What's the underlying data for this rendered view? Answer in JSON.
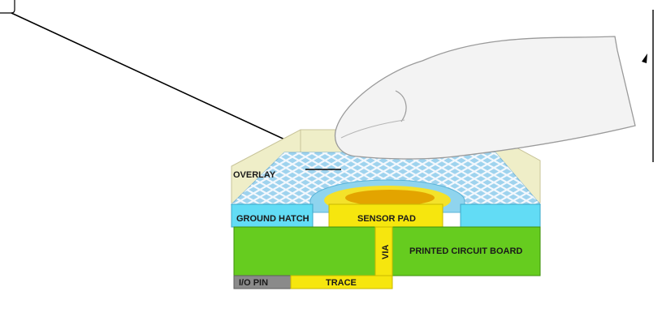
{
  "diagram": {
    "labels": {
      "overlay": "OVERLAY",
      "ground_hatch": "GROUND HATCH",
      "sensor_pad": "SENSOR PAD",
      "via": "VIA",
      "pcb": "PRINTED CIRCUIT BOARD",
      "io_pin": "I/O PIN",
      "trace": "TRACE"
    },
    "colors": {
      "overlay": "#efeec8",
      "ground_hatch": "#9fd3ee",
      "hatch_lines": "#f2f8fd",
      "ground_side": "#62dcf5",
      "sensor_pad": "#f6e60e",
      "sensor_pad_contact": "#e3a400",
      "pcb": "#66cc1f",
      "io_pin": "#8a8a8a",
      "trace": "#f6e60e",
      "finger": "#f1f1f1"
    }
  }
}
